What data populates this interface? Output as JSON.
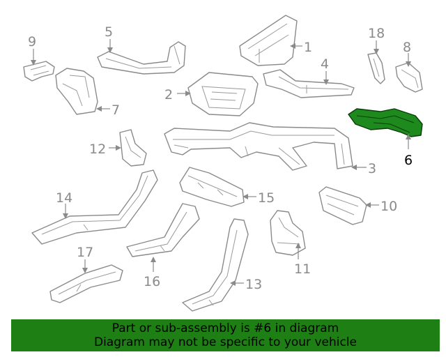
{
  "diagram": {
    "highlighted_part": "6",
    "highlight_color": "#1e8a1e",
    "callouts": {
      "c1": "1",
      "c2": "2",
      "c3": "3",
      "c4": "4",
      "c5": "5",
      "c6": "6",
      "c7": "7",
      "c8": "8",
      "c9": "9",
      "c10": "10",
      "c11": "11",
      "c12": "12",
      "c13": "13",
      "c14": "14",
      "c15": "15",
      "c16": "16",
      "c17": "17",
      "c18": "18"
    }
  },
  "banner": {
    "line1": "Part or sub-assembly is #6 in diagram",
    "line2": "Diagram may not be specific to your vehicle",
    "background_color": "#1e7f14"
  }
}
